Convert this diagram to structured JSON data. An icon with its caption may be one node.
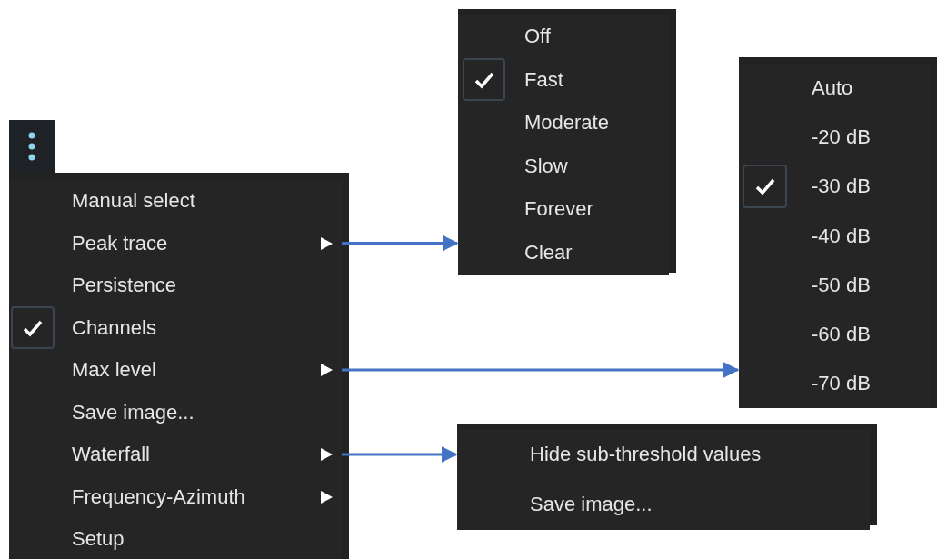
{
  "diagram": {
    "nodes": [
      {
        "text": [],
        "shape": "box"
      },
      {
        "text": [
          "Manual select"
        ],
        "in": 0
      },
      {
        "text": [
          "Peak trace"
        ],
        "in": 0
      },
      {
        "text": [
          "Persistence"
        ],
        "in": 0
      },
      {
        "text": [
          "Channels"
        ],
        "in": 0
      },
      {
        "text": [
          "Max level"
        ],
        "in": 0
      },
      {
        "text": [
          "Save image..."
        ],
        "in": 0
      },
      {
        "text": [
          "Waterfall"
        ],
        "in": 0
      },
      {
        "text": [
          "Frequency-Azimuth"
        ],
        "in": 0
      },
      {
        "text": [
          "Setup"
        ],
        "in": 0
      },
      {
        "text": [],
        "shape": "box"
      },
      {
        "text": [
          "Off"
        ],
        "in": 10
      },
      {
        "text": [
          "Fast"
        ],
        "in": 10
      },
      {
        "text": [
          "Moderate"
        ],
        "in": 10
      },
      {
        "text": [
          "Slow"
        ],
        "in": 10
      },
      {
        "text": [
          "Forever"
        ],
        "in": 10
      },
      {
        "text": [
          "Clear"
        ],
        "in": 10
      },
      {
        "text": [],
        "shape": "box"
      },
      {
        "text": [
          "Auto"
        ],
        "in": 17
      },
      {
        "text": [
          "-20 dB"
        ],
        "in": 17
      },
      {
        "text": [
          "-30 dB"
        ],
        "in": 17
      },
      {
        "text": [
          "-40 dB"
        ],
        "in": 17
      },
      {
        "text": [
          "-50 dB"
        ],
        "in": 17
      },
      {
        "text": [
          "-60 dB"
        ],
        "in": 17
      },
      {
        "text": [
          "-70 dB"
        ],
        "in": 17
      },
      {
        "text": [],
        "shape": "box"
      },
      {
        "text": [
          "Hide sub-threshold values"
        ],
        "in": 25
      },
      {
        "text": [
          "Save image..."
        ],
        "in": 25
      }
    ],
    "edges": [
      {
        "from": 2,
        "to": 10,
        "arrow": "to"
      },
      {
        "from": 5,
        "to": 17,
        "arrow": "to"
      },
      {
        "from": 7,
        "to": 25,
        "arrow": "to"
      }
    ]
  }
}
